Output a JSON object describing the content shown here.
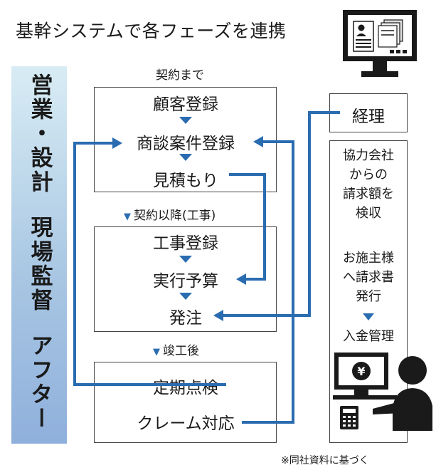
{
  "title": "基幹システムで各フェーズを連携",
  "roles": [
    "営業・設計",
    "現場監督",
    "アフター"
  ],
  "phases": {
    "contract_until": "契約まで",
    "after_contract": "契約以降(工事)",
    "completion": "竣工後"
  },
  "sales_steps": [
    "顧客登録",
    "商談案件登録",
    "見積もり"
  ],
  "construction_steps": [
    "工事登録",
    "実行予算",
    "発注"
  ],
  "after_steps": [
    "定期点検",
    "クレーム対応"
  ],
  "accounting": {
    "label": "経理",
    "task1": [
      "協力会社",
      "からの",
      "請求額を",
      "検収"
    ],
    "task2": [
      "お施主様",
      "へ請求書",
      "発行"
    ],
    "task3": "入金管理",
    "yen_symbol": "¥"
  },
  "source_note": "※同社資料に基づく",
  "colors": {
    "arrow": "#2a6cb0",
    "sidebar_top": "#d8ecf4",
    "sidebar_bottom": "#8fb0dc"
  }
}
